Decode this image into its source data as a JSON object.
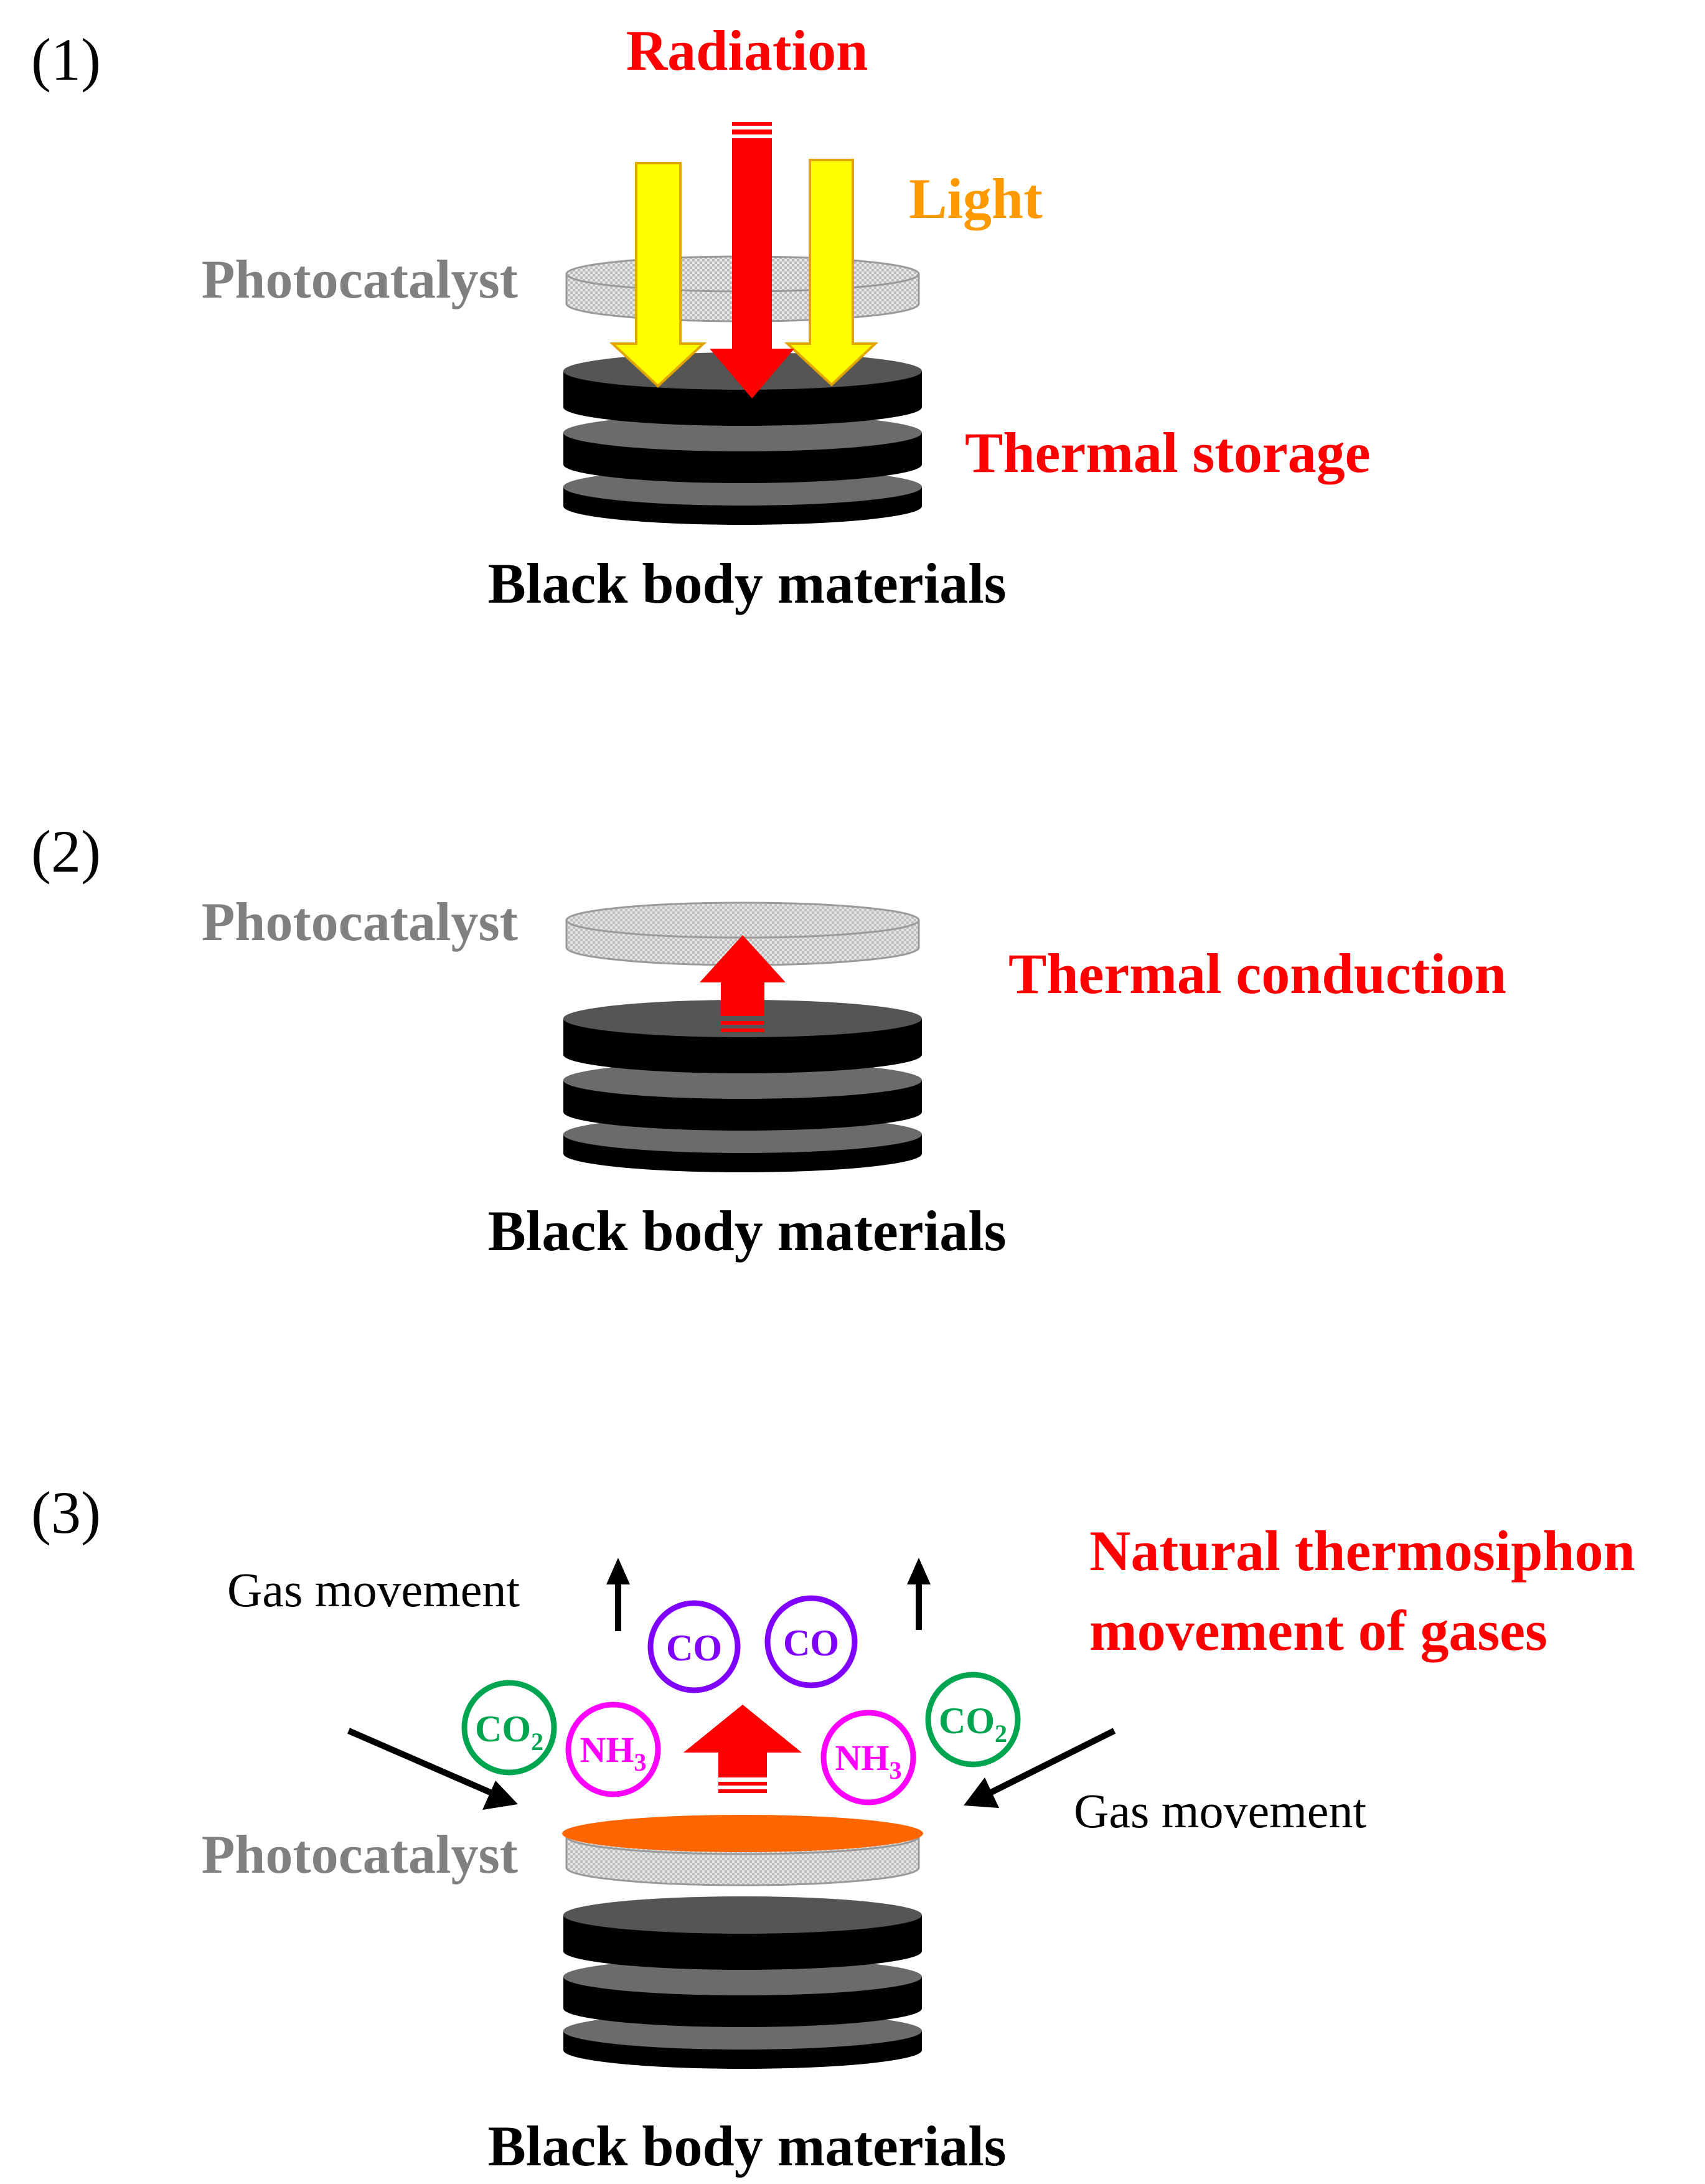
{
  "colors": {
    "red": "#ff0000",
    "light": "#ffff00",
    "light_label": "#ff9900",
    "photocatalyst_label": "#808080",
    "black_body": "#000000",
    "heated_photocatalyst": "#ff6600",
    "co2": "#00a550",
    "nh3": "#ff00ff",
    "co": "#7f00ff"
  },
  "panel1": {
    "number": "(1)",
    "radiation": "Radiation",
    "light": "Light",
    "photocatalyst": "Photocatalyst",
    "thermal_storage": "Thermal storage",
    "black_body": "Black body materials"
  },
  "panel2": {
    "number": "(2)",
    "photocatalyst": "Photocatalyst",
    "thermal_conduction": "Thermal conduction",
    "black_body": "Black body materials"
  },
  "panel3": {
    "number": "(3)",
    "title_line1": "Natural thermosiphon",
    "title_line2": "movement  of gases",
    "gas_movement_left": "Gas movement",
    "gas_movement_right": "Gas movement",
    "photocatalyst": "Photocatalyst",
    "black_body": "Black body materials",
    "molecules": {
      "co2": {
        "base": "CO",
        "sub": "2"
      },
      "nh3": {
        "base": "NH",
        "sub": "3"
      },
      "co": {
        "base": "CO"
      }
    }
  }
}
